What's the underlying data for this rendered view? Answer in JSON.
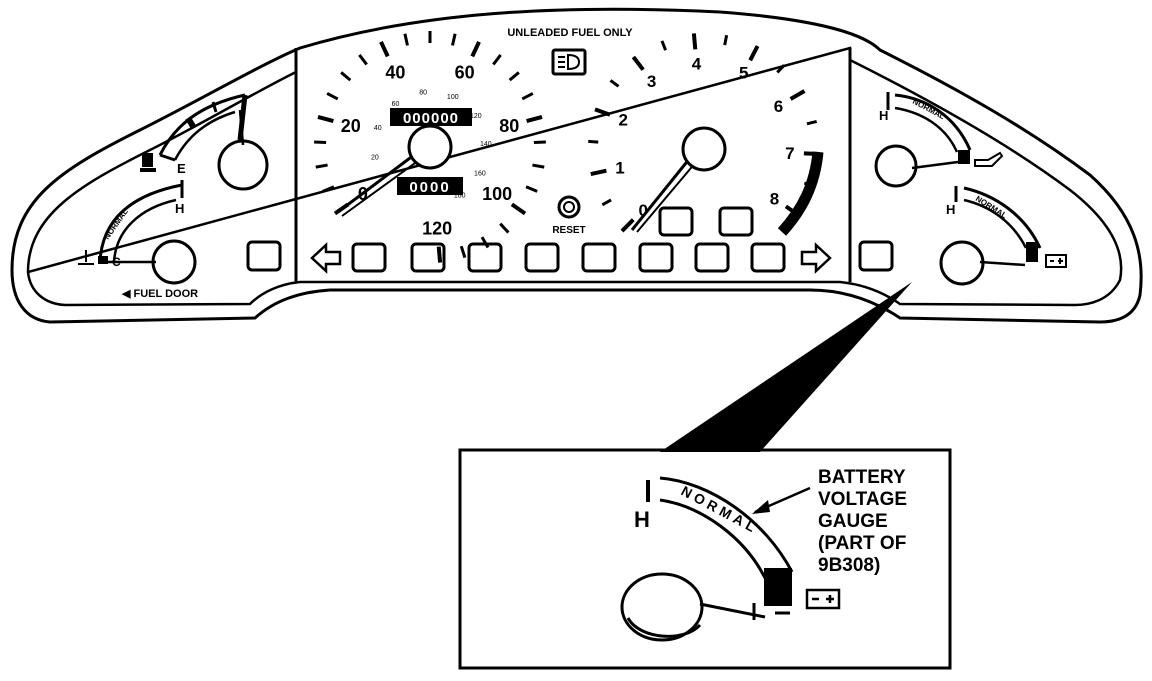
{
  "header": {
    "fuel_notice": "UNLEADED FUEL ONLY"
  },
  "fuel_gauge": {
    "empty_label": "E",
    "fuel_door_label": "◀ FUEL DOOR"
  },
  "coolant_gauge": {
    "hot_label": "H",
    "cold_label": "C",
    "normal_label": "NORMAL"
  },
  "speedometer": {
    "mph_labels": [
      "0",
      "20",
      "40",
      "60",
      "80",
      "100",
      "120"
    ],
    "kmh_labels": [
      "20",
      "40",
      "60",
      "80",
      "100",
      "120",
      "140",
      "160",
      "180"
    ],
    "odometer": "000000",
    "trip": "0000",
    "reset_label": "RESET"
  },
  "tachometer": {
    "labels": [
      "0",
      "1",
      "2",
      "3",
      "4",
      "5",
      "6",
      "7",
      "8"
    ]
  },
  "oil_gauge": {
    "hot_label": "H",
    "normal_label": "NORMAL"
  },
  "battery_gauge": {
    "hot_label": "H",
    "normal_label": "NORMAL"
  },
  "callout": {
    "gauge_hot_label": "H",
    "gauge_normal_label": "NORMAL",
    "caption_lines": [
      "BATTERY",
      "VOLTAGE",
      "GAUGE",
      "(PART OF",
      "9B308)"
    ]
  }
}
